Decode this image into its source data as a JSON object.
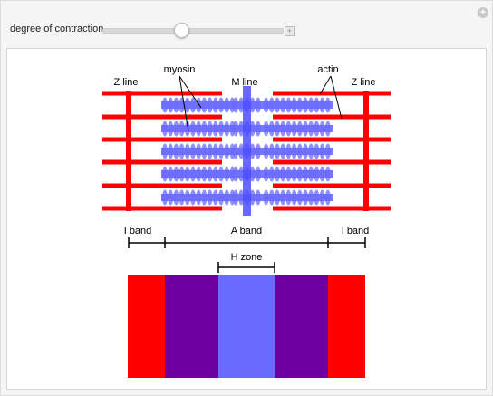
{
  "controls": {
    "slider_label": "degree of contraction",
    "contraction_fraction": 0.45
  },
  "icons": {
    "expand": "plus-icon",
    "options": "plus-circle-icon"
  },
  "labels": {
    "z_line_left": "Z line",
    "z_line_right": "Z line",
    "myosin": "myosin",
    "m_line": "M line",
    "actin": "actin",
    "i_band_left": "I band",
    "a_band": "A band",
    "i_band_right": "I band",
    "h_zone": "H zone"
  },
  "colors": {
    "actin": "#ff0000",
    "myosin": "#6a6aff",
    "overlap": "#6e00a0",
    "m_line": "#4d4dff",
    "bracket": "#000000"
  }
}
